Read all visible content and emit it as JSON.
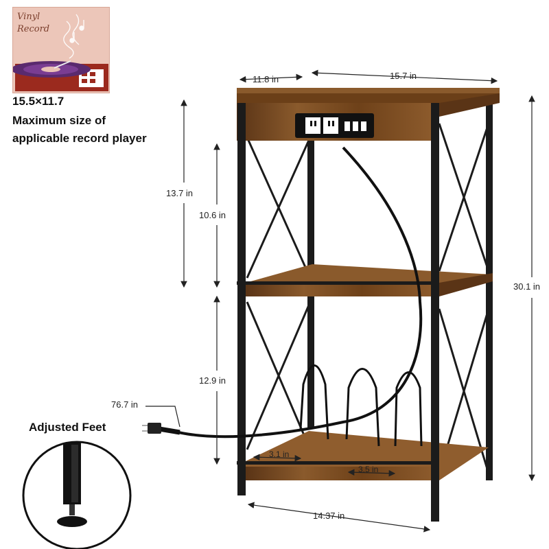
{
  "record_player": {
    "label_line1": "Vinyl",
    "label_line2": "Record",
    "size": "15.5×11.7",
    "caption_line1": "Maximum size of",
    "caption_line2": "applicable record player"
  },
  "dimensions": {
    "top_depth": "11.8 in",
    "top_width": "15.7 in",
    "total_height": "30.1 in",
    "upper_section_height": "13.7 in",
    "upper_shelf_clearance": "10.6 in",
    "lower_shelf_clearance": "12.9 in",
    "cord_length": "76.7 in",
    "divider_gap_left": "3.1 in",
    "divider_gap_right": "3.5 in",
    "bottom_width": "14.37 in"
  },
  "feet": {
    "title": "Adjusted Feet"
  },
  "colors": {
    "wood": "#7a4a22",
    "wood_dark": "#4e2c12",
    "metal": "#1b1b1b",
    "record_card": "#e9c1b5",
    "vinyl": "#5a2a6e"
  }
}
